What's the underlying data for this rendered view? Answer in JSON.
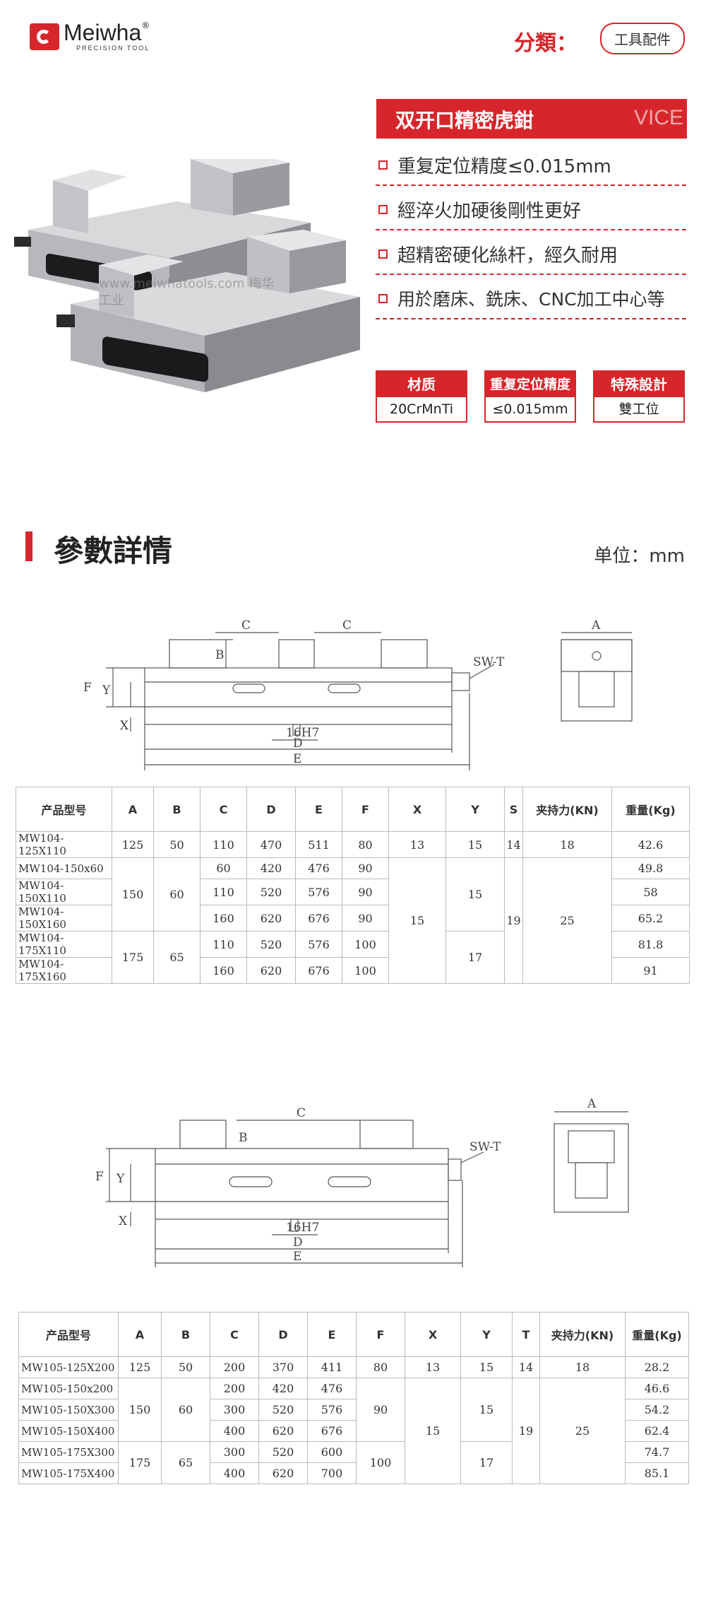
{
  "header": {
    "brand": "Meiwha",
    "brand_reg": "®",
    "brand_sub": "PRECISION TOOL",
    "category_label": "分類：",
    "category_value": "工具配件"
  },
  "product": {
    "title": "双开口精密虎鉗",
    "title_en": "VICE",
    "watermark": "www.meiwhatools.com 梅华工业",
    "features": [
      "重复定位精度≤0.015mm",
      "經淬火加硬後剛性更好",
      "超精密硬化絲杆，經久耐用",
      "用於磨床、銑床、CNC加工中心等"
    ],
    "specs": [
      {
        "label": "材质",
        "value": "20CrMnTi"
      },
      {
        "label": "重复定位精度",
        "value": "≤0.015mm"
      },
      {
        "label": "特殊設計",
        "value": "雙工位"
      }
    ]
  },
  "section": {
    "title": "參數詳情",
    "unit": "单位：mm"
  },
  "drawing1": {
    "labels": {
      "C1": "C",
      "C2": "C",
      "B": "B",
      "F": "F",
      "Y": "Y",
      "X": "X",
      "SW": "SW-T",
      "H7": "16H7",
      "D": "D",
      "E": "E",
      "A": "A"
    }
  },
  "drawing2": {
    "labels": {
      "C": "C",
      "B": "B",
      "F": "F",
      "Y": "Y",
      "X": "X",
      "SW": "SW-T",
      "H7": "16H7",
      "D": "D",
      "E": "E",
      "A": "A"
    }
  },
  "table1": {
    "headers": [
      "产品型号",
      "A",
      "B",
      "C",
      "D",
      "E",
      "F",
      "X",
      "Y",
      "S",
      "夹持力(KN)",
      "重量(Kg)"
    ],
    "rows": [
      {
        "model": "MW104-125X110",
        "A": "125",
        "B": "50",
        "C": "110",
        "D": "470",
        "E": "511",
        "F": "80",
        "X": "13",
        "Y": "15",
        "S": "14",
        "force": "18",
        "weight": "42.6"
      },
      {
        "model": "MW104-150x60",
        "C": "60",
        "D": "420",
        "E": "476",
        "F": "90",
        "weight": "49.8"
      },
      {
        "model": "MW104-150X110",
        "A": "150",
        "B": "60",
        "C": "110",
        "D": "520",
        "E": "576",
        "F": "90",
        "Y": "15",
        "weight": "58"
      },
      {
        "model": "MW104-150X160",
        "C": "160",
        "D": "620",
        "E": "676",
        "F": "90",
        "X": "15",
        "S": "19",
        "force": "25",
        "weight": "65.2"
      },
      {
        "model": "MW104-175X110",
        "A": "175",
        "B": "65",
        "C": "110",
        "D": "520",
        "E": "576",
        "F": "100",
        "Y": "17",
        "weight": "81.8"
      },
      {
        "model": "MW104-175X160",
        "C": "160",
        "D": "620",
        "E": "676",
        "F": "100",
        "weight": "91"
      }
    ]
  },
  "table2": {
    "headers": [
      "产品型号",
      "A",
      "B",
      "C",
      "D",
      "E",
      "F",
      "X",
      "Y",
      "T",
      "夹持力(KN)",
      "重量(Kg)"
    ],
    "rows": [
      {
        "model": "MW105-125X200",
        "A": "125",
        "B": "50",
        "C": "200",
        "D": "370",
        "E": "411",
        "F": "80",
        "X": "13",
        "Y": "15",
        "T": "14",
        "force": "18",
        "weight": "28.2"
      },
      {
        "model": "MW105-150x200",
        "C": "200",
        "D": "420",
        "E": "476",
        "weight": "46.6"
      },
      {
        "model": "MW105-150X300",
        "A": "150",
        "B": "60",
        "C": "300",
        "D": "520",
        "E": "576",
        "F": "90",
        "Y": "15",
        "weight": "54.2"
      },
      {
        "model": "MW105-150X400",
        "C": "400",
        "D": "620",
        "E": "676",
        "X": "15",
        "T": "19",
        "force": "25",
        "weight": "62.4"
      },
      {
        "model": "MW105-175X300",
        "A": "175",
        "B": "65",
        "C": "300",
        "D": "520",
        "E": "600",
        "F": "100",
        "Y": "17",
        "weight": "74.7"
      },
      {
        "model": "MW105-175X400",
        "C": "400",
        "D": "620",
        "E": "700",
        "weight": "85.1"
      }
    ]
  },
  "colors": {
    "accent": "#d6262b"
  }
}
